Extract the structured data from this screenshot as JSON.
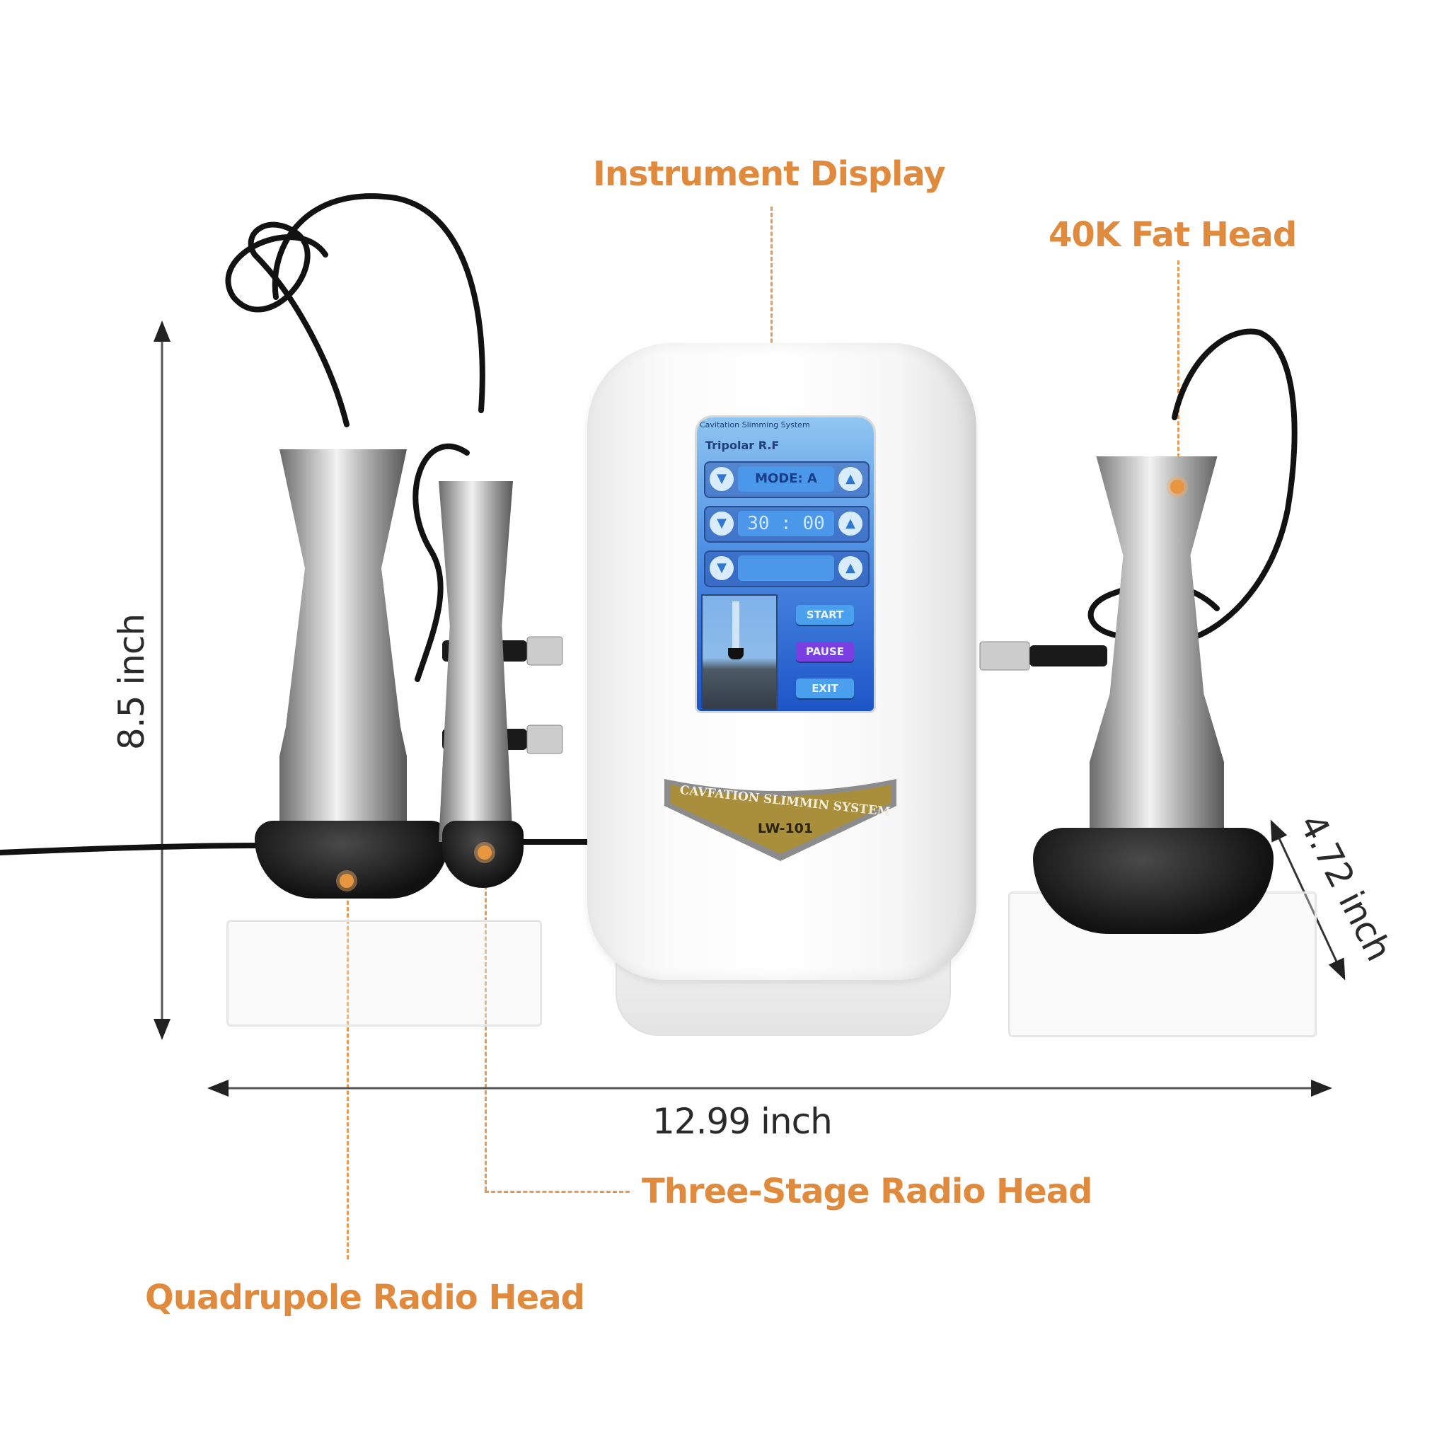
{
  "callouts": {
    "instrument_display": "Instrument Display",
    "fat_head_40k": "40K Fat Head",
    "three_stage_radio_head": "Three-Stage Radio Head",
    "quadrupole_radio_head": "Quadrupole Radio Head"
  },
  "dimensions": {
    "height": "8.5 inch",
    "width": "12.99 inch",
    "depth": "4.72 inch"
  },
  "device": {
    "badge_line1": "CAVFATION SLIMMIN SYSTEM",
    "badge_line2": "LW-101",
    "screen": {
      "title": "Cavitation Slimming System",
      "subtitle": "Tripolar R.F",
      "mode_field": "MODE: A",
      "timer_field": "30 : 00",
      "third_field": "",
      "down_arrow": "▼",
      "up_arrow": "▲",
      "buttons": {
        "start": "START",
        "pause": "PAUSE",
        "exit": "EXIT"
      }
    }
  },
  "colors": {
    "callout_orange": "#e08a3e",
    "dimension_text": "#2a2a2a",
    "badge_gold": "#a98e3c",
    "screen_blue": "#3a7fe0"
  }
}
